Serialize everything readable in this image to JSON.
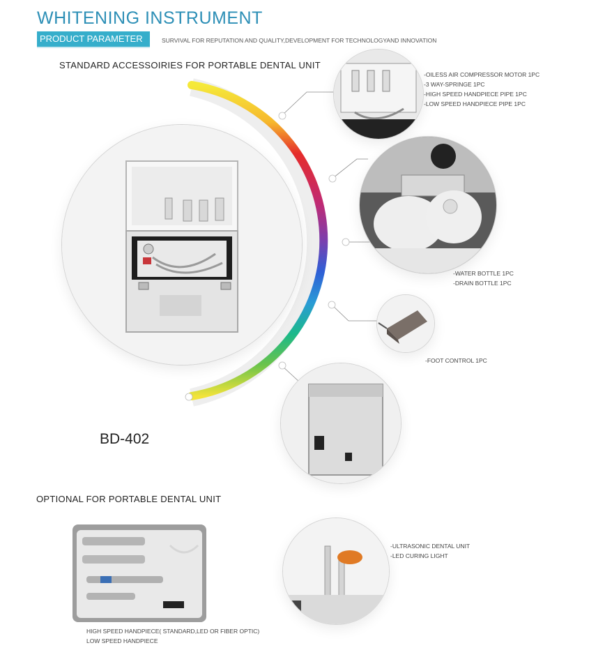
{
  "header": {
    "title": "WHITENING INSTRUMENT",
    "badge": "PRODUCT PARAMETER",
    "tagline": "SURVIVAL FOR REPUTATION AND QUALITY,DEVELOPMENT FOR TECHNOLOGYAND INNOVATION"
  },
  "standard": {
    "heading": "STANDARD ACCESSOIRIES FOR PORTABLE DENTAL UNIT",
    "group1": [
      "-OILESS AIR COMPRESSOR MOTOR 1PC",
      "-3 WAY-SPRINGE 1PC",
      "-HIGH SPEED HANDPIECE PIPE 1PC",
      "-LOW SPEED HANDPIECE PIPE 1PC"
    ],
    "group2": [
      "-WATER BOTTLE 1PC",
      "-DRAIN BOTTLE 1PC"
    ],
    "group3": [
      "-FOOT CONTROL 1PC"
    ],
    "model": "BD-402"
  },
  "optional": {
    "heading": "OPTIONAL FOR PORTABLE DENTAL UNIT",
    "handpieces": [
      "HIGH SPEED HANDPIECE( STANDARD,LED OR FIBER OPTIC)",
      "LOW SPEED HANDPIECE"
    ],
    "devices": [
      "-ULTRASONIC DENTAL UNIT",
      "-LED CURING LIGHT"
    ]
  }
}
